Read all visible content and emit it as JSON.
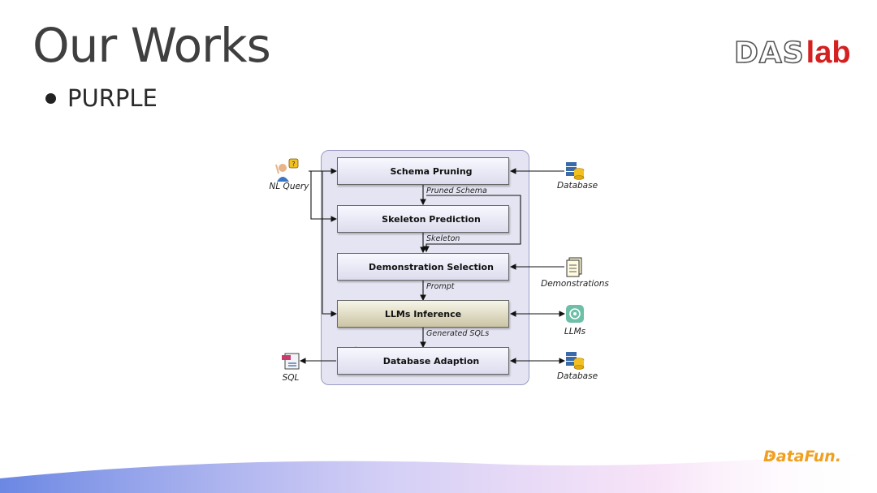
{
  "slide": {
    "title": "Our Works",
    "bullet": "PURPLE"
  },
  "logo": {
    "das": "DAS",
    "lab": "lab"
  },
  "diagram": {
    "modules": [
      {
        "label": "Schema Pruning"
      },
      {
        "label": "Skeleton Prediction"
      },
      {
        "label": "Demonstration Selection"
      },
      {
        "label": "LLMs Inference"
      },
      {
        "label": "Database Adaption"
      }
    ],
    "flows": {
      "pruned_schema": "Pruned Schema",
      "skeleton": "Skeleton",
      "prompt": "Prompt",
      "generated_sqls": "Generated SQLs"
    },
    "externals": {
      "nl_query": "NL Query",
      "database_top": "Database",
      "demonstrations": "Demonstrations",
      "llms": "LLMs",
      "database_bottom": "Database",
      "sql": "SQL"
    }
  },
  "footer": {
    "brand": "DataFun."
  },
  "colors": {
    "panel": "#e4e4f2",
    "panel_border": "#9c9cc6",
    "logo_red": "#d42020",
    "brand_orange": "#f0a020"
  }
}
